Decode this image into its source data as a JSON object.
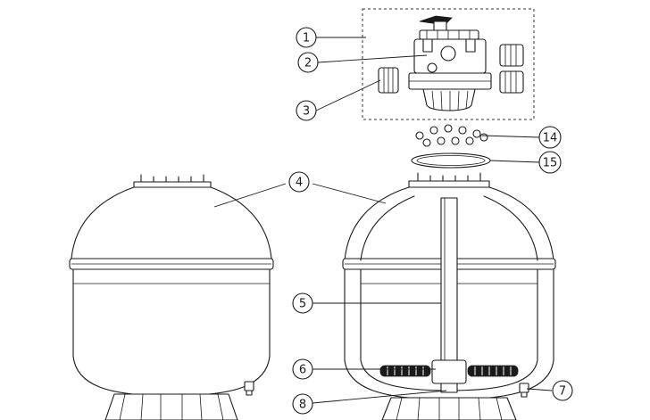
{
  "diagram": {
    "callouts": [
      {
        "id": "c1",
        "label": "1"
      },
      {
        "id": "c2",
        "label": "2"
      },
      {
        "id": "c3",
        "label": "3"
      },
      {
        "id": "c4",
        "label": "4"
      },
      {
        "id": "c5",
        "label": "5"
      },
      {
        "id": "c6",
        "label": "6"
      },
      {
        "id": "c7",
        "label": "7"
      },
      {
        "id": "c8",
        "label": "8"
      },
      {
        "id": "c14",
        "label": "14"
      },
      {
        "id": "c15",
        "label": "15"
      }
    ]
  }
}
